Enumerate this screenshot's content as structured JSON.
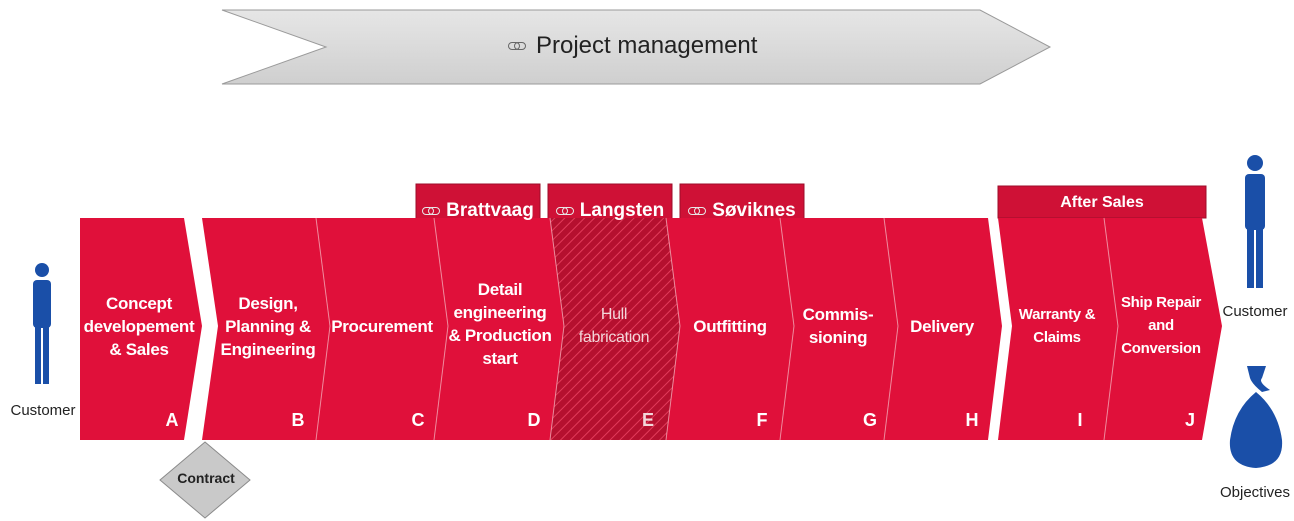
{
  "colors": {
    "step_red": "#e0103a",
    "hatch_red": "#a8102e",
    "label_red": "#cf1136",
    "gray_arrow": "#d9d9d9",
    "person_blue": "#1a4fa8"
  },
  "project_management": {
    "label": "Project management",
    "icon": "chain-link-icon"
  },
  "sites": [
    {
      "label": "Brattvaag",
      "icon": "chain-link-icon"
    },
    {
      "label": "Langsten",
      "icon": "chain-link-icon"
    },
    {
      "label": "Søviknes",
      "icon": "chain-link-icon"
    }
  ],
  "after_sales": {
    "label": "After Sales"
  },
  "steps": [
    {
      "label": "Concept\ndevelopement\n& Sales",
      "letter": "A"
    },
    {
      "label": "Design,\nPlanning &\nEngineering",
      "letter": "B"
    },
    {
      "label": "Procurement",
      "letter": "C"
    },
    {
      "label": "Detail\nengineering\n& Production\nstart",
      "letter": "D"
    },
    {
      "label": "Hull\nfabrication",
      "letter": "E",
      "hatched": true
    },
    {
      "label": "Outfitting",
      "letter": "F"
    },
    {
      "label": "Commis-\nsioning",
      "letter": "G"
    },
    {
      "label": "Delivery",
      "letter": "H"
    },
    {
      "label": "Warranty &\nClaims",
      "letter": "I"
    },
    {
      "label": "Ship Repair\nand\nConversion",
      "letter": "J"
    }
  ],
  "contract": {
    "label": "Contract"
  },
  "left_customer": {
    "label": "Customer",
    "icon": "person-icon"
  },
  "right_customer": {
    "label": "Customer",
    "icon": "person-icon"
  },
  "objectives": {
    "label": "Objectives",
    "icon": "money-bag-icon"
  }
}
